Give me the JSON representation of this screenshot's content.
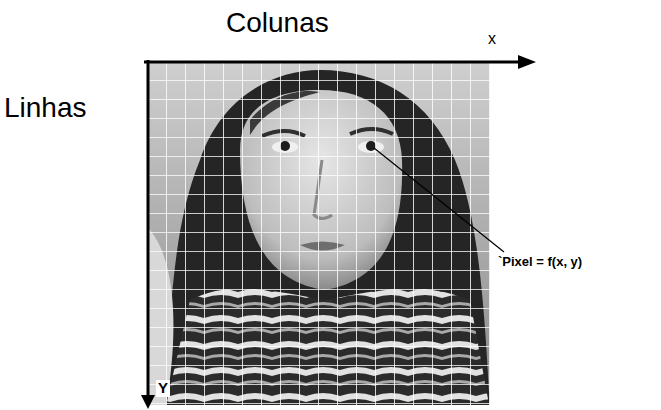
{
  "diagram": {
    "labels": [
      "Colunas",
      "x",
      "Linhas",
      "Y",
      "`Pixel = f(x, y)"
    ]
  }
}
